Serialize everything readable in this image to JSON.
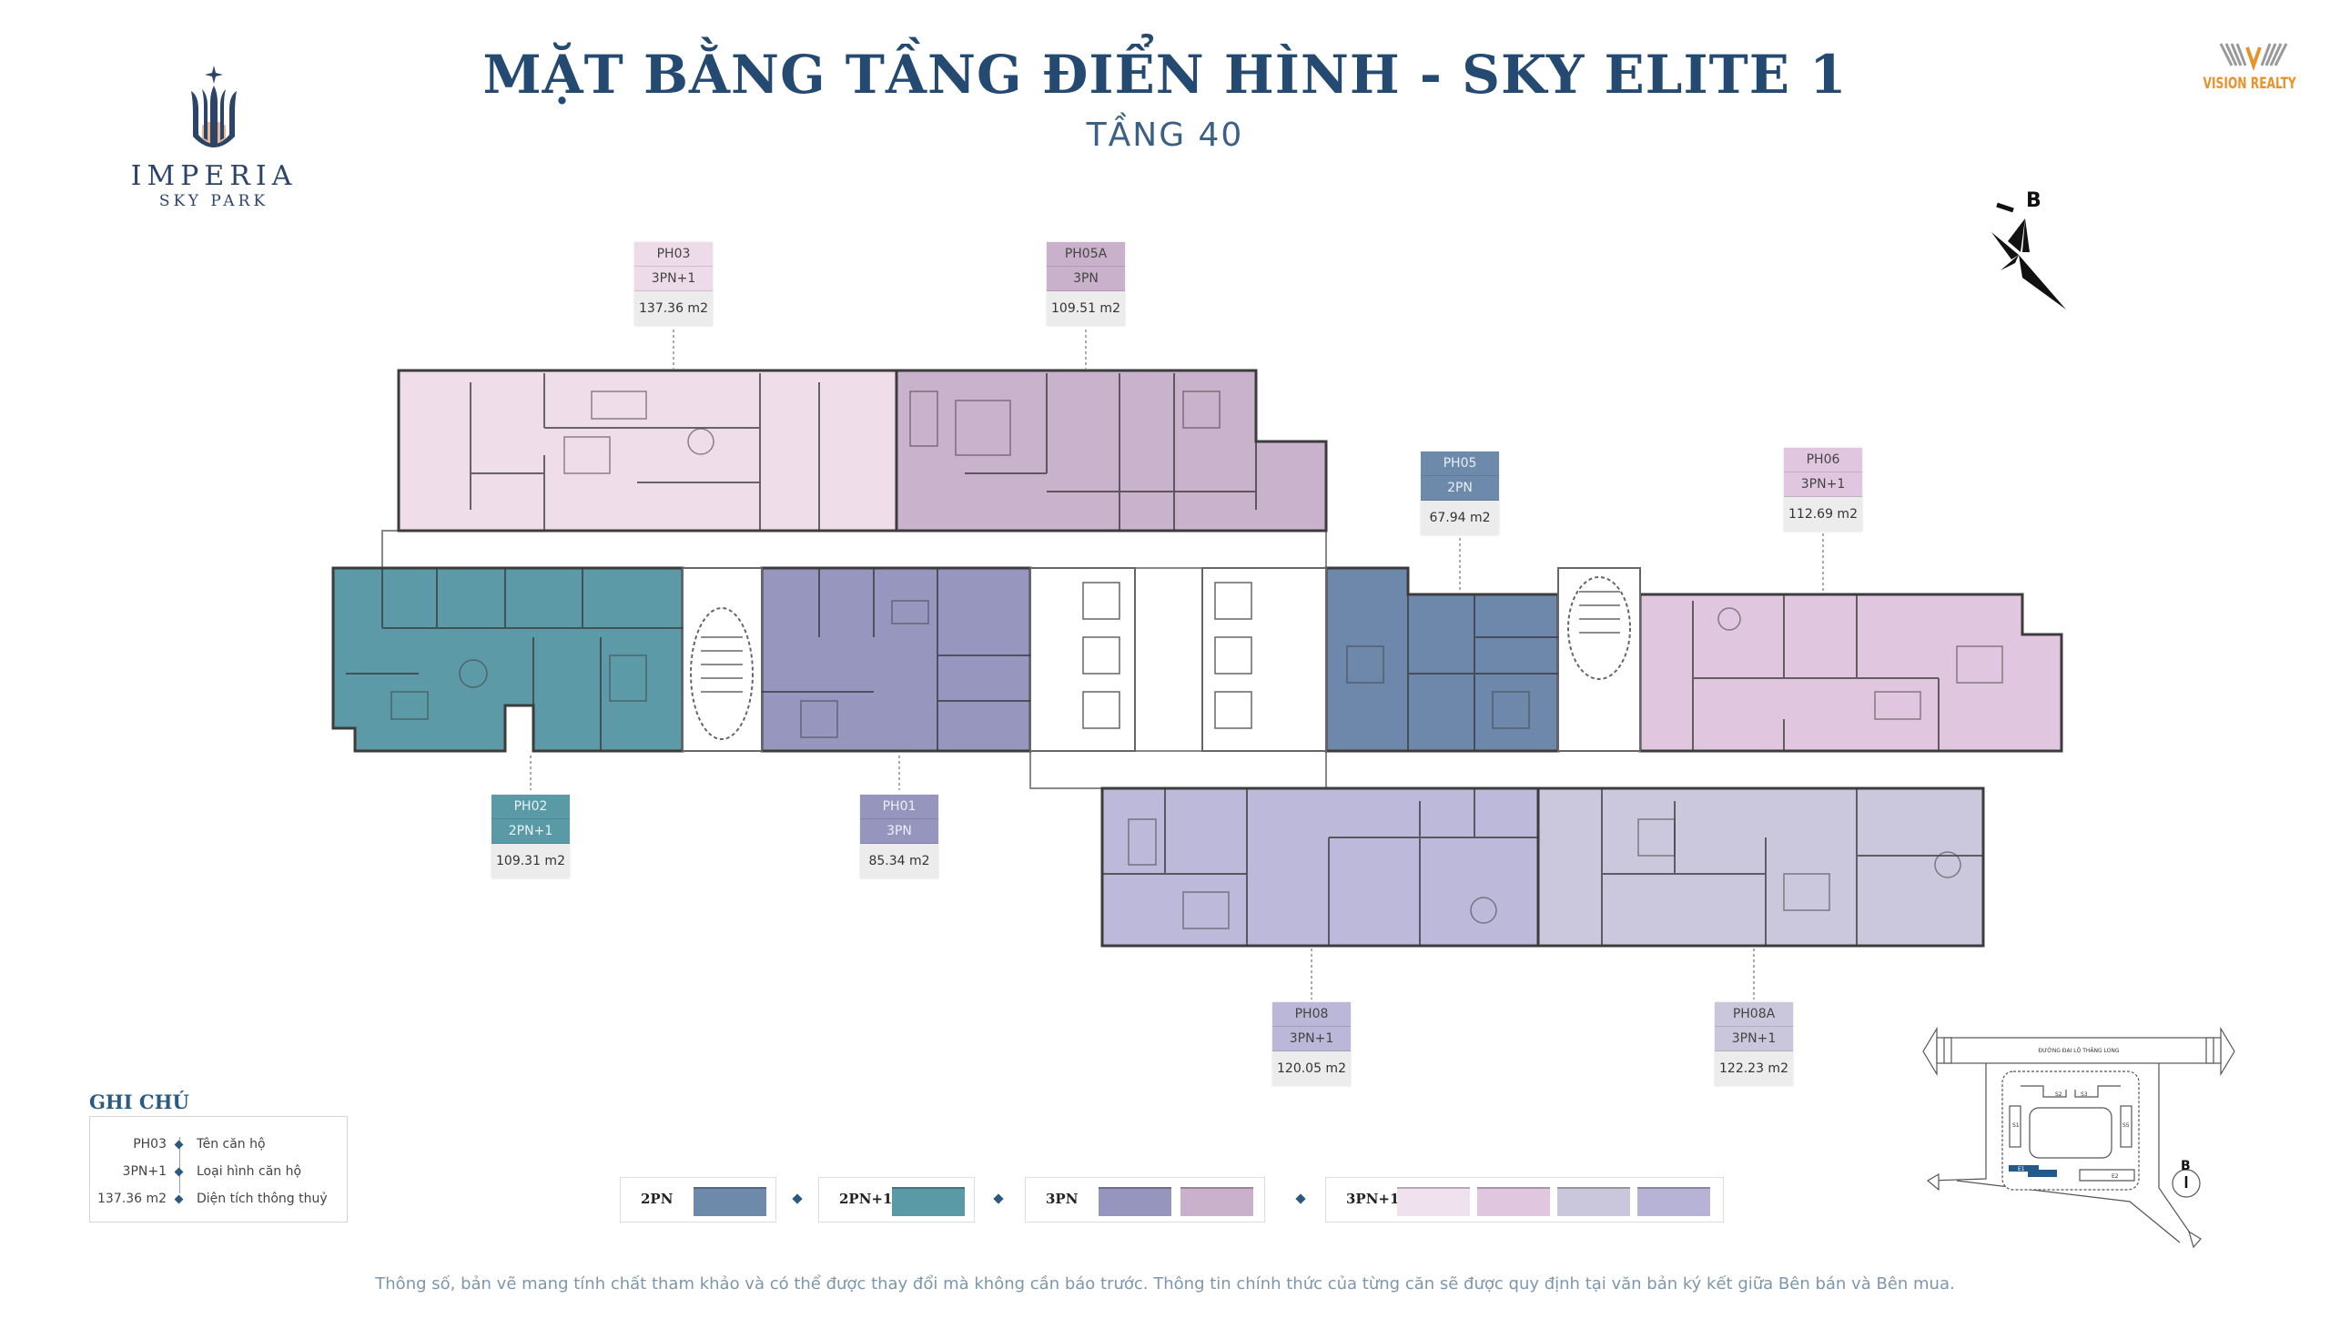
{
  "header": {
    "title": "MẶT BẰNG TẦNG ĐIỂN HÌNH - SKY ELITE 1",
    "subtitle": "TẦNG 40"
  },
  "logos": {
    "project_name": "IMPERIA",
    "project_sub": "SKY PARK",
    "agency": "VISION REALTY"
  },
  "compass": {
    "north_label": "B"
  },
  "colors": {
    "title": "#244a72",
    "accent": "#2b5a80",
    "2PN": "#6e8aab",
    "2PN+1": "#5a9aa6",
    "3PN": [
      "#9595bd",
      "#c9b1cb"
    ],
    "3PN+1": [
      "#f0e1ee",
      "#e0c7df",
      "#cac7dc",
      "#b6b3d7"
    ]
  },
  "units": [
    {
      "id": "PH03",
      "type": "3PN+1",
      "area": "137.36 m2",
      "color": "#efdde9",
      "label_bg": "#eedbe9",
      "label_fg": "#444"
    },
    {
      "id": "PH05A",
      "type": "3PN",
      "area": "109.51 m2",
      "color": "#c9b2cb",
      "label_bg": "#c9b1cb",
      "label_fg": "#444"
    },
    {
      "id": "PH05",
      "type": "2PN",
      "area": "67.94 m2",
      "color": "#6d88aa",
      "label_bg": "#6e8aab",
      "label_fg": "#e8eef5"
    },
    {
      "id": "PH06",
      "type": "3PN+1",
      "area": "112.69 m2",
      "color": "#e0c7df",
      "label_bg": "#e0c7df",
      "label_fg": "#444"
    },
    {
      "id": "PH02",
      "type": "2PN+1",
      "area": "109.31 m2",
      "color": "#5b9aa6",
      "label_bg": "#5a9aa6",
      "label_fg": "#e8f3f5"
    },
    {
      "id": "PH01",
      "type": "3PN",
      "area": "85.34 m2",
      "color": "#9696be",
      "label_bg": "#9595bd",
      "label_fg": "#eef"
    },
    {
      "id": "PH08",
      "type": "3PN+1",
      "area": "120.05 m2",
      "color": "#bdb9da",
      "label_bg": "#bab7d8",
      "label_fg": "#444"
    },
    {
      "id": "PH08A",
      "type": "3PN+1",
      "area": "122.23 m2",
      "color": "#cbc7dd",
      "label_bg": "#cac7dc",
      "label_fg": "#444"
    }
  ],
  "notes": {
    "title": "GHI CHÚ",
    "rows": [
      {
        "key": "PH03",
        "desc": "Tên căn hộ"
      },
      {
        "key": "3PN+1",
        "desc": "Loại hình căn hộ"
      },
      {
        "key": "137.36 m2",
        "desc": "Diện tích thông thuỷ"
      }
    ]
  },
  "legend": [
    {
      "label": "2PN",
      "swatches": [
        "#6e8aab"
      ]
    },
    {
      "label": "2PN+1",
      "swatches": [
        "#5a9aa6"
      ]
    },
    {
      "label": "3PN",
      "swatches": [
        "#9595bd",
        "#c9b1cb"
      ]
    },
    {
      "label": "3PN+1",
      "swatches": [
        "#f0e1ee",
        "#e0c7df",
        "#cac7dc",
        "#b6b3d7"
      ]
    }
  ],
  "site_map": {
    "road": "ĐƯỜNG ĐẠI LỘ THĂNG LONG",
    "buildings": [
      "S1",
      "S2",
      "S3",
      "S5",
      "E1",
      "E2"
    ],
    "highlighted": "E1",
    "highlight_color": "#245a8a",
    "north_label": "B"
  },
  "footer": "Thông số, bản vẽ mang tính chất tham khảo và có thể được thay đổi mà không cần báo trước. Thông tin chính thức của từng căn sẽ được quy định tại văn bản ký kết giữa Bên bán và Bên mua."
}
